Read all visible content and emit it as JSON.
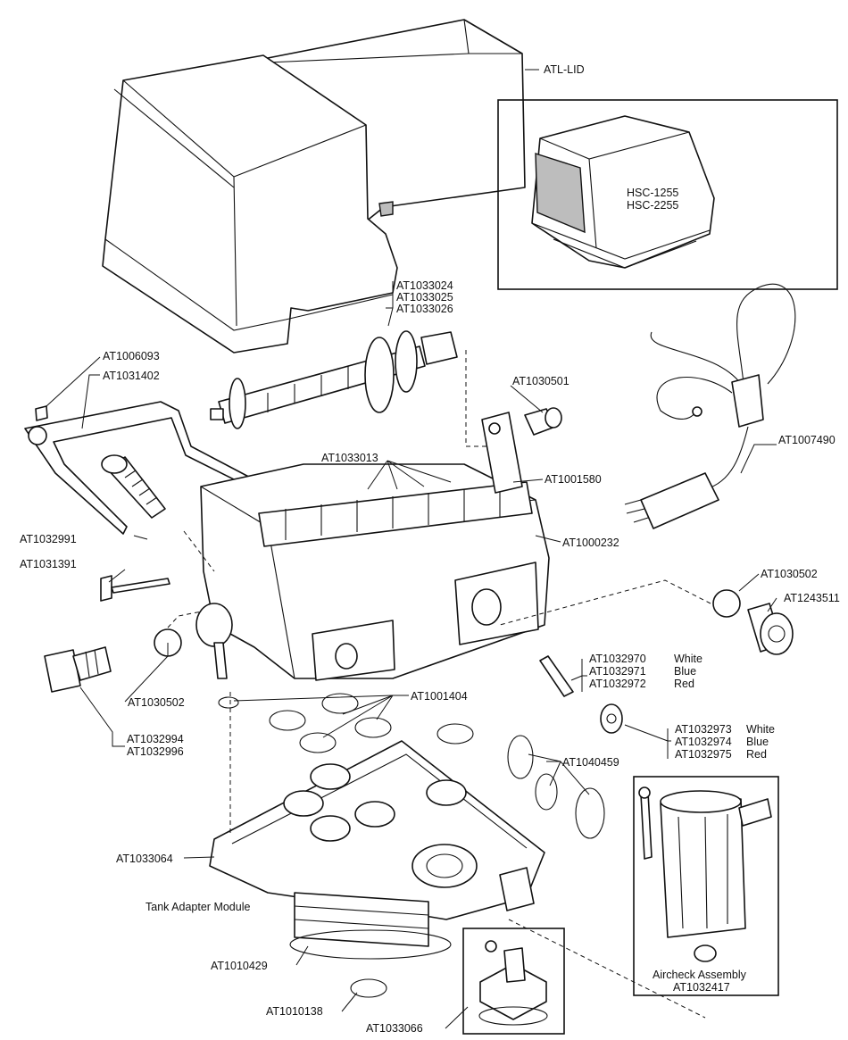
{
  "labels": {
    "lid": "ATL-LID",
    "hsc_1": "HSC-1255",
    "hsc_2": "HSC-2255",
    "cam_1": "AT1033024",
    "cam_2": "AT1033025",
    "cam_3": "AT1033026",
    "screw_1": "AT1006093",
    "bracket": "AT1031402",
    "fitting_1": "AT1030501",
    "power_cord": "AT1007490",
    "springs": "AT1033013",
    "switch": "AT1001580",
    "valve_body": "AT1000232",
    "piston": "AT1032991",
    "pin": "AT1031391",
    "ball_right": "AT1030502",
    "check_right": "AT1243511",
    "ball_left": "AT1030502",
    "nozzle_white": "AT1032970",
    "nozzle_blue": "AT1032971",
    "nozzle_red": "AT1032972",
    "color_white_1": "White",
    "color_blue_1": "Blue",
    "color_red_1": "Red",
    "orings_small": "AT1001404",
    "drain_1": "AT1032994",
    "drain_2": "AT1032996",
    "throat_white": "AT1032973",
    "throat_blue": "AT1032974",
    "throat_red": "AT1032975",
    "color_white_2": "White",
    "color_blue_2": "Blue",
    "color_red_2": "Red",
    "orings_large": "AT1040459",
    "tank_adapter_part": "AT1033064",
    "tank_adapter_name": "Tank Adapter Module",
    "tank_oring": "AT1010429",
    "small_oring": "AT1010138",
    "bypass": "AT1033066",
    "aircheck_name": "Aircheck Assembly",
    "aircheck_part": "AT1032417"
  }
}
